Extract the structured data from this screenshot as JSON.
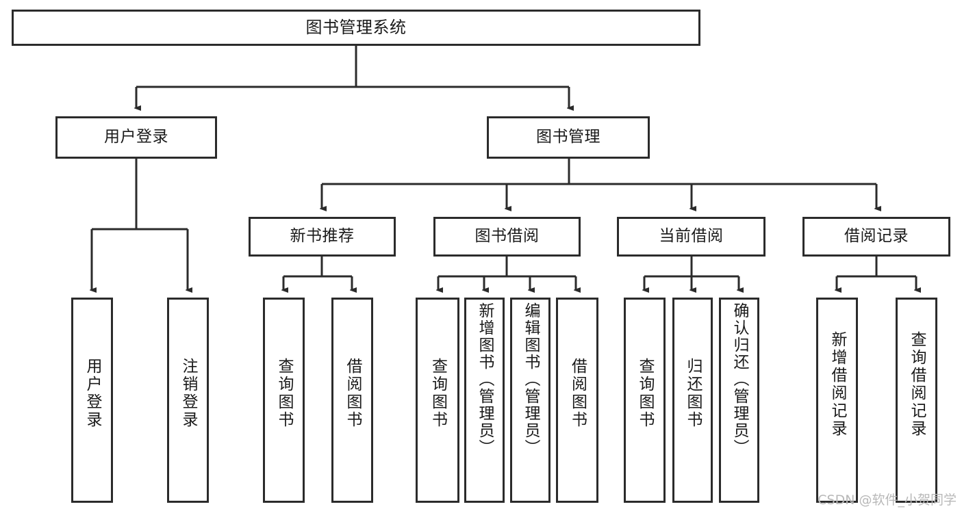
{
  "diagram": {
    "title": "图书管理系统",
    "type": "tree",
    "root": {
      "label": "图书管理系统"
    },
    "level2": [
      {
        "label": "用户登录"
      },
      {
        "label": "图书管理"
      }
    ],
    "level3": [
      {
        "label": "新书推荐"
      },
      {
        "label": "图书借阅"
      },
      {
        "label": "当前借阅"
      },
      {
        "label": "借阅记录"
      }
    ],
    "leaves": {
      "user_login": [
        {
          "label": "用户登录"
        },
        {
          "label": "注销登录"
        }
      ],
      "new_book_recommend": [
        {
          "label": "查询图书"
        },
        {
          "label": "借阅图书"
        }
      ],
      "book_borrow": [
        {
          "label": "查询图书"
        },
        {
          "label": "新增图书（管理员）"
        },
        {
          "label": "编辑图书（管理员）"
        },
        {
          "label": "借阅图书"
        }
      ],
      "current_borrow": [
        {
          "label": "查询图书"
        },
        {
          "label": "归还图书"
        },
        {
          "label": "确认归还（管理员）"
        }
      ],
      "borrow_record": [
        {
          "label": "新增借阅记录"
        },
        {
          "label": "查询借阅记录"
        }
      ]
    }
  },
  "watermark": {
    "text": "CSDN @软件_小贺同学"
  },
  "colors": {
    "stroke": "#2b2b2b",
    "fill": "#ffffff",
    "text": "#1a1a1a",
    "watermark": "#b8b8b8"
  }
}
